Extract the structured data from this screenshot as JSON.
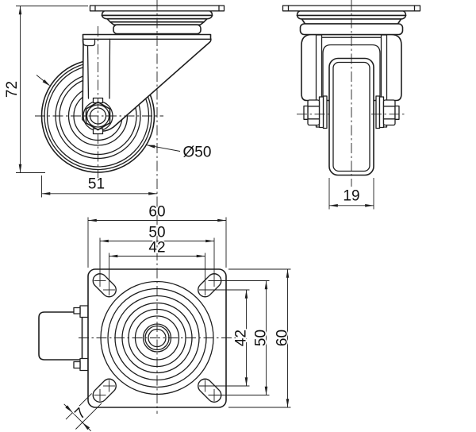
{
  "drawing": {
    "type": "caster-wheel-technical-drawing",
    "side_view": {
      "overall_height_dim": "72",
      "offset_dim": "51",
      "wheel_diameter_dim": "Ø50"
    },
    "front_view": {
      "wheel_width_dim": "19"
    },
    "top_view": {
      "plate_width_dim": "60",
      "bolt_spacing_h_dim": "50",
      "bolt_spacing_inner_h_dim": "42",
      "bolt_spacing_inner_v_dim": "42",
      "bolt_spacing_v_dim": "50",
      "plate_depth_dim": "60",
      "slot_width_dim": "7"
    },
    "colors": {
      "line": "#1e1e1e",
      "background": "#ffffff"
    }
  }
}
